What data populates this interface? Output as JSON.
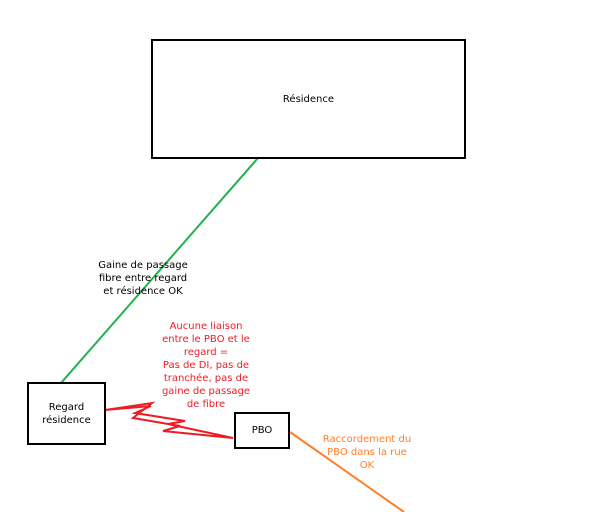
{
  "colors": {
    "box_border": "#000000",
    "green_line": "#22b14c",
    "red_line": "#ed1c24",
    "orange_line": "#ff7f27",
    "text_default": "#000000",
    "text_red": "#ed1c24",
    "text_orange": "#ff7f27"
  },
  "nodes": {
    "residence": {
      "label": "Résidence"
    },
    "regard": {
      "label": "Regard\nrésidence"
    },
    "pbo": {
      "label": "PBO"
    }
  },
  "annotations": {
    "gaine": "Gaine de passage\nfibre entre regard\net résidence OK",
    "liaison": "Aucune liaison\nentre le PBO et le\nregard =\nPas de DI, pas de\ntranchée, pas de\ngaine de passage\nde fibre",
    "raccordement": "Raccordement du\nPBO dans la rue\nOK"
  }
}
